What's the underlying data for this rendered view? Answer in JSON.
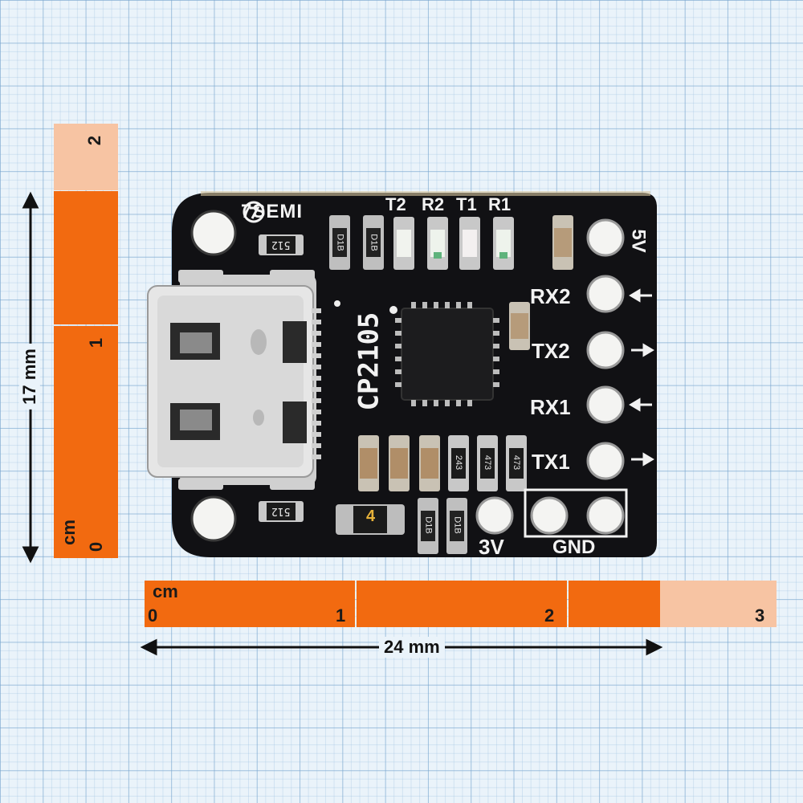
{
  "board": {
    "brand": "7SEMI",
    "chip_name": "CP2105",
    "led_labels": [
      "T2",
      "R2",
      "T1",
      "R1"
    ],
    "pins": [
      {
        "label": "5V",
        "arrow": ""
      },
      {
        "label": "RX2",
        "arrow": "←"
      },
      {
        "label": "TX2",
        "arrow": "→"
      },
      {
        "label": "RX1",
        "arrow": "←"
      },
      {
        "label": "TX1",
        "arrow": "→"
      }
    ],
    "bottom_pins": {
      "v3": "3V",
      "gnd": "GND"
    },
    "component_markings": {
      "resistor_top": "512",
      "resistor_bottom": "512",
      "diode_1": "D1B",
      "diode_2": "D1B",
      "diode_3": "D1B",
      "diode_4": "D1B",
      "res_243": "243",
      "res_473a": "473",
      "res_473b": "473",
      "fuse": "4"
    }
  },
  "vertical_ruler": {
    "unit": "cm",
    "ticks": [
      "0",
      "1",
      "2"
    ],
    "dimension": "17 mm"
  },
  "horizontal_ruler": {
    "unit": "cm",
    "ticks": [
      "0",
      "1",
      "2",
      "3"
    ],
    "dimension": "24 mm"
  }
}
